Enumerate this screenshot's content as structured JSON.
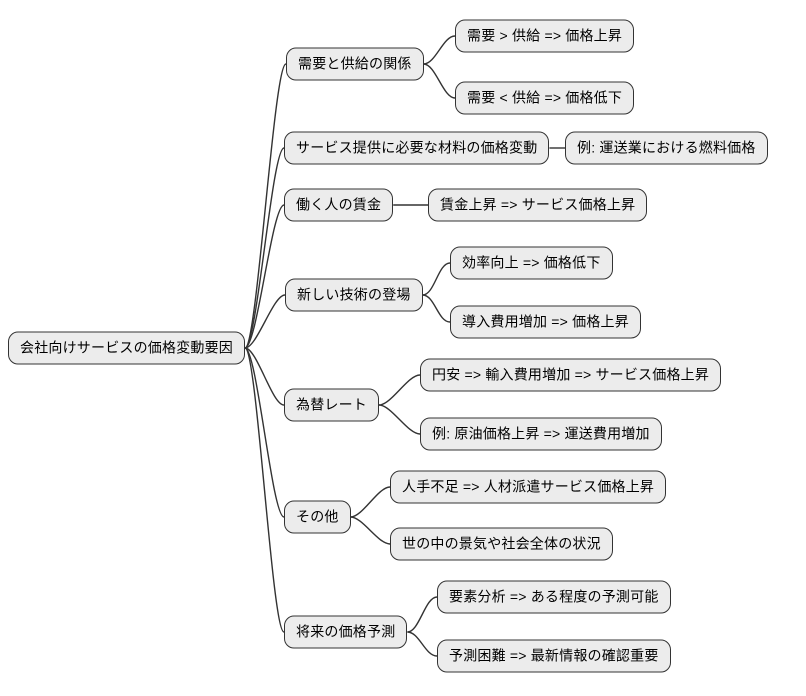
{
  "diagram": {
    "type": "mindmap",
    "root": {
      "id": "root",
      "label": "会社向けサービスの価格変動要因",
      "children": [
        {
          "id": "b1",
          "label": "需要と供給の関係",
          "children": [
            {
              "id": "c1a",
              "label": "需要 > 供給 => 価格上昇"
            },
            {
              "id": "c1b",
              "label": "需要 < 供給 => 価格低下"
            }
          ]
        },
        {
          "id": "b2",
          "label": "サービス提供に必要な材料の価格変動",
          "children": [
            {
              "id": "c2a",
              "label": "例: 運送業における燃料価格"
            }
          ]
        },
        {
          "id": "b3",
          "label": "働く人の賃金",
          "children": [
            {
              "id": "c3a",
              "label": "賃金上昇 => サービス価格上昇"
            }
          ]
        },
        {
          "id": "b4",
          "label": "新しい技術の登場",
          "children": [
            {
              "id": "c4a",
              "label": "効率向上 => 価格低下"
            },
            {
              "id": "c4b",
              "label": "導入費用増加 => 価格上昇"
            }
          ]
        },
        {
          "id": "b5",
          "label": "為替レート",
          "children": [
            {
              "id": "c5a",
              "label": "円安 => 輸入費用増加 => サービス価格上昇"
            },
            {
              "id": "c5b",
              "label": "例: 原油価格上昇 => 運送費用増加"
            }
          ]
        },
        {
          "id": "b6",
          "label": "その他",
          "children": [
            {
              "id": "c6a",
              "label": "人手不足 => 人材派遣サービス価格上昇"
            },
            {
              "id": "c6b",
              "label": "世の中の景気や社会全体の状況"
            }
          ]
        },
        {
          "id": "b7",
          "label": "将来の価格予測",
          "children": [
            {
              "id": "c7a",
              "label": "要素分析 => ある程度の予測可能"
            },
            {
              "id": "c7b",
              "label": "予測困難 => 最新情報の確認重要"
            }
          ]
        }
      ]
    },
    "colors": {
      "node_fill": "#ececec",
      "node_border": "#333333",
      "connector": "#333333",
      "text": "#000000",
      "background": "#ffffff"
    }
  }
}
